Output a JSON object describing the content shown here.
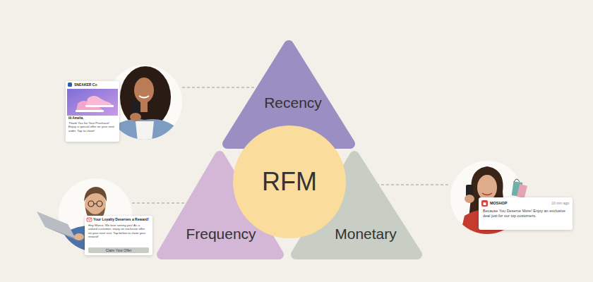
{
  "diagram": {
    "nodes": [
      {
        "text": [
          "Recency"
        ]
      },
      {
        "text": [
          "SNEAKER Co",
          "Hi Amelia,",
          "Thank You for Your Purchase! Enjoy a special offer on your next order. Tap to claim!"
        ]
      },
      {
        "text": [
          "RFM"
        ]
      },
      {
        "text": [
          "Frequency"
        ]
      },
      {
        "text": [
          "Monetary"
        ]
      },
      {
        "text": [
          "MOSHOP",
          "10 min ago",
          "Because You Deserve More! Enjoy an exclusive deal just for our top customers."
        ]
      },
      {
        "text": [
          "Your Loyalty Deserves a Reward!",
          "Hey Marco, We love seeing you! As a valued customer, enjoy an exclusive offer on your next visit. Tap below to claim your reward!"
        ]
      },
      {
        "text": [
          "Claim Your Offer"
        ],
        "in": 6
      }
    ]
  }
}
